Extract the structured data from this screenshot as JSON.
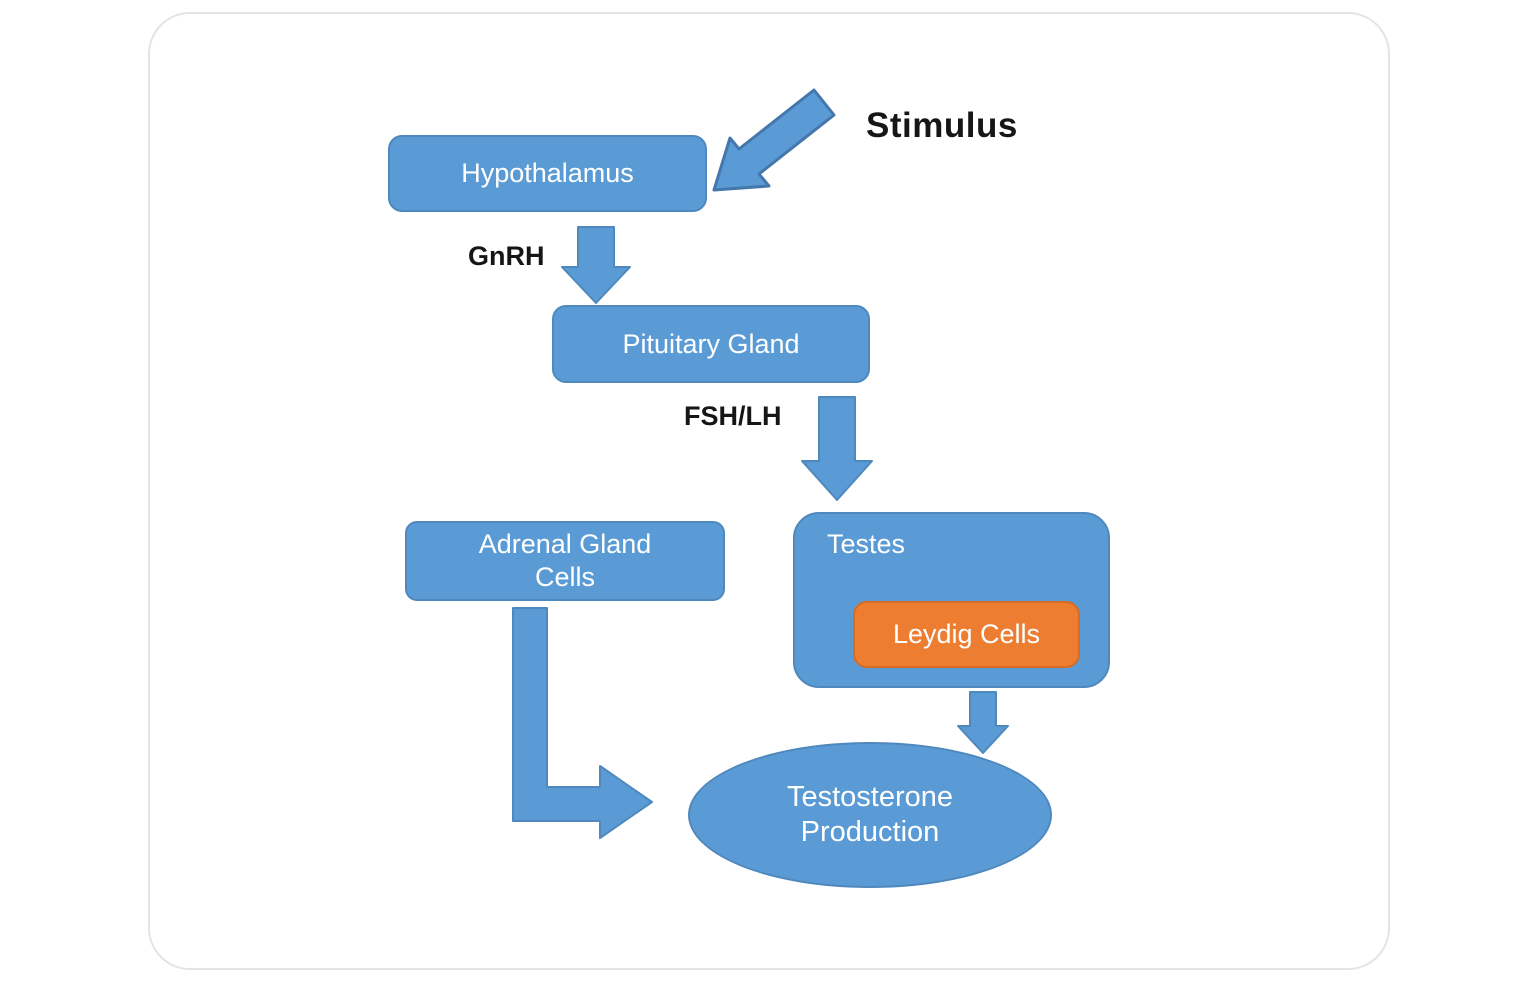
{
  "colors": {
    "node_blue": "#5b9bd5",
    "node_blue_border": "#4f88bd",
    "node_orange": "#ed7d31",
    "node_orange_border": "#d96b20",
    "node_text": "#ffffff",
    "annotation_text": "#161616",
    "card_border": "#e4e4e4"
  },
  "nodes": {
    "hypothalamus": {
      "label": "Hypothalamus",
      "shape": "rounded-rect",
      "color": "blue"
    },
    "pituitary": {
      "label": "Pituitary Gland",
      "shape": "rounded-rect",
      "color": "blue"
    },
    "adrenal": {
      "label_line1": "Adrenal Gland",
      "label_line2": "Cells",
      "shape": "rounded-rect",
      "color": "blue"
    },
    "testes": {
      "label": "Testes",
      "shape": "rounded-rect",
      "color": "blue"
    },
    "leydig": {
      "label": "Leydig Cells",
      "shape": "rounded-rect",
      "color": "orange",
      "contained_in": "testes"
    },
    "testosterone": {
      "label_line1": "Testosterone",
      "label_line2": "Production",
      "shape": "ellipse",
      "color": "blue"
    }
  },
  "annotations": {
    "stimulus": "Stimulus",
    "gnrh": "GnRH",
    "fshlh": "FSH/LH"
  },
  "edges": [
    {
      "from": "Stimulus",
      "to": "Hypothalamus",
      "label": "",
      "style": "diagonal-arrow"
    },
    {
      "from": "Hypothalamus",
      "to": "Pituitary Gland",
      "label": "GnRH",
      "style": "down-arrow"
    },
    {
      "from": "Pituitary Gland",
      "to": "Testes",
      "label": "FSH/LH",
      "style": "down-arrow"
    },
    {
      "from": "Adrenal Gland Cells",
      "to": "Testosterone Production",
      "label": "",
      "style": "elbow-arrow"
    },
    {
      "from": "Testes",
      "to": "Testosterone Production",
      "label": "",
      "style": "down-arrow"
    }
  ]
}
